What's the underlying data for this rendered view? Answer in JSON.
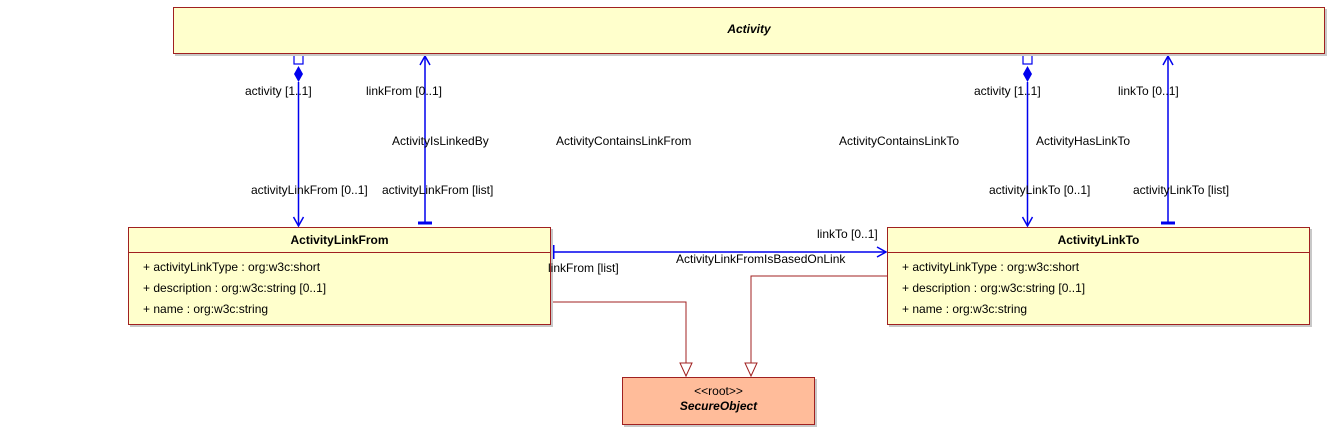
{
  "classes": {
    "activity": {
      "name": "Activity"
    },
    "activity_link_from": {
      "name": "ActivityLinkFrom",
      "attributes": [
        "+ activityLinkType : org:w3c:short",
        "+ description : org:w3c:string [0..1]",
        "+ name : org:w3c:string"
      ]
    },
    "activity_link_to": {
      "name": "ActivityLinkTo",
      "attributes": [
        "+ activityLinkType : org:w3c:short",
        "+ description : org:w3c:string [0..1]",
        "+ name : org:w3c:string"
      ]
    },
    "secure_object": {
      "stereotype": "<<root>>",
      "name": "SecureObject"
    }
  },
  "associations": {
    "contains_link_from": {
      "name": "ActivityContainsLinkFrom",
      "source_role": "activity [1..1]",
      "target_role": "activityLinkFrom [0..1]"
    },
    "is_linked_by": {
      "name": "ActivityIsLinkedBy",
      "source_role": "linkFrom [0..1]",
      "target_role": "activityLinkFrom [list]"
    },
    "contains_link_to": {
      "name": "ActivityContainsLinkTo",
      "source_role": "activity [1..1]",
      "target_role": "activityLinkTo [0..1]"
    },
    "has_link_to": {
      "name": "ActivityHasLinkTo",
      "source_role": "linkTo [0..1]",
      "target_role": "activityLinkTo [list]"
    },
    "from_is_based_on_link": {
      "name": "ActivityLinkFromIsBasedOnLink",
      "source_role": "linkFrom [list]",
      "target_role": "linkTo [0..1]"
    }
  },
  "colors": {
    "class_fill": "#ffffcc",
    "class_border": "#a02020",
    "root_fill": "#ffbc9a",
    "association_line": "#0000ee",
    "generalization_line": "#a02020"
  }
}
